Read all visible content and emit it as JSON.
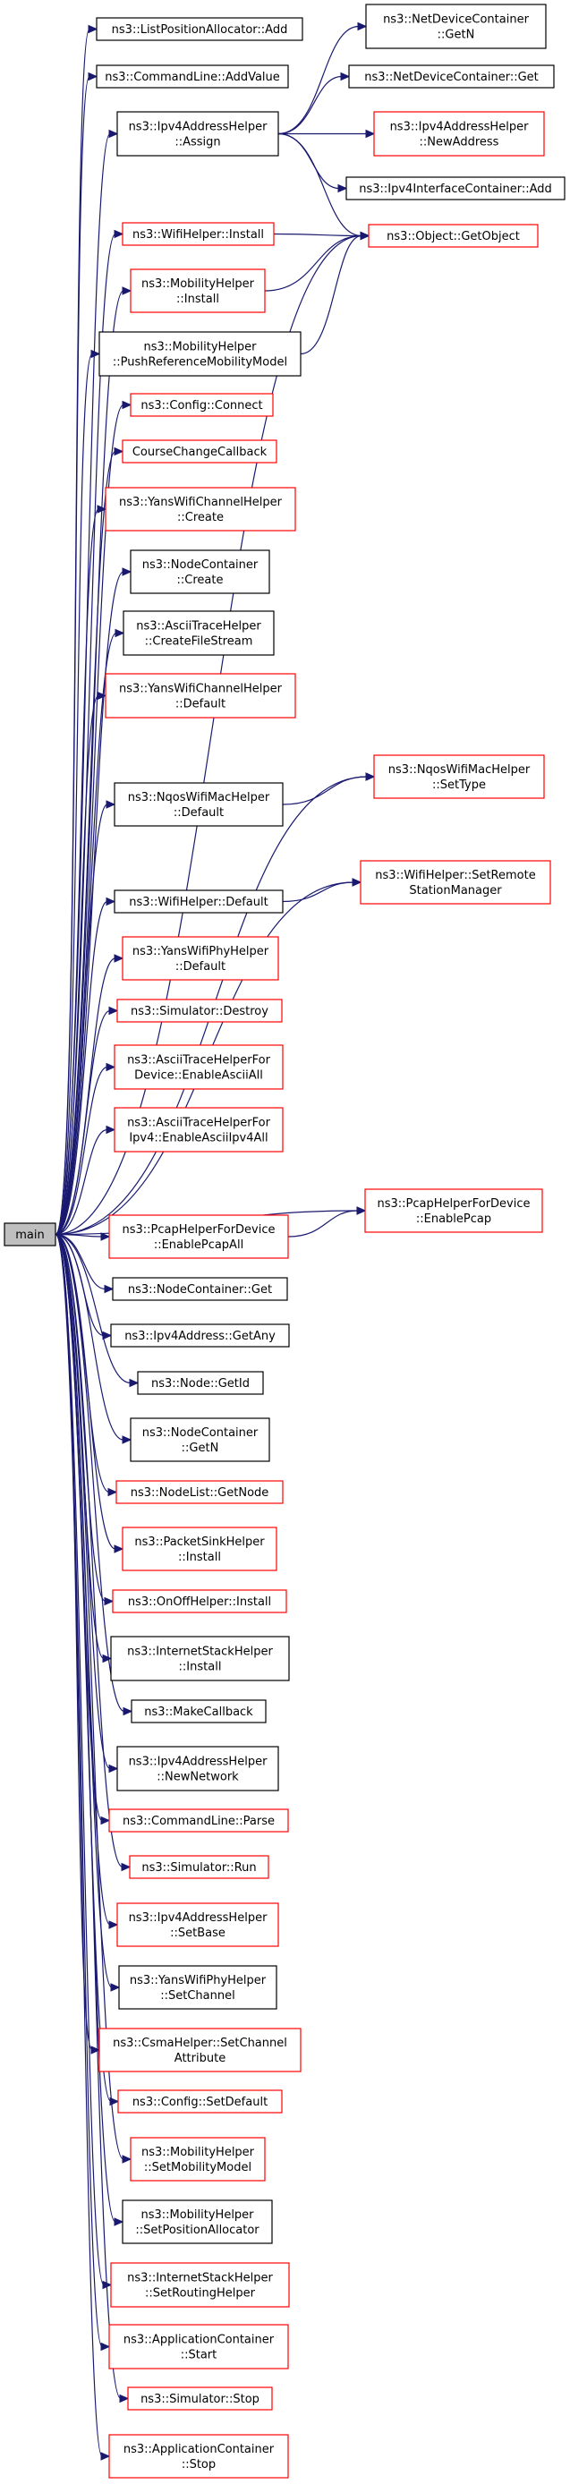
{
  "diagram": {
    "root": {
      "id": "main",
      "lines": [
        "main"
      ]
    },
    "colors": {
      "edge": "#191970",
      "documented_border": "#000000",
      "undocumented_border": "#ff0000",
      "root_fill": "#bfbfbf",
      "node_fill": "#ffffff"
    },
    "nodes": [
      {
        "id": "lpa_add",
        "lines": [
          "ns3::ListPositionAllocator::Add"
        ],
        "documented": true
      },
      {
        "id": "cl_addvalue",
        "lines": [
          "ns3::CommandLine::AddValue"
        ],
        "documented": true
      },
      {
        "id": "ipv4h_assign",
        "lines": [
          "ns3::Ipv4AddressHelper",
          "::Assign"
        ],
        "documented": true
      },
      {
        "id": "ndc_getn",
        "lines": [
          "ns3::NetDeviceContainer",
          "::GetN"
        ],
        "documented": true
      },
      {
        "id": "ndc_get",
        "lines": [
          "ns3::NetDeviceContainer::Get"
        ],
        "documented": true
      },
      {
        "id": "ipv4h_newaddr",
        "lines": [
          "ns3::Ipv4AddressHelper",
          "::NewAddress"
        ],
        "documented": false
      },
      {
        "id": "ipv4ic_add",
        "lines": [
          "ns3::Ipv4InterfaceContainer::Add"
        ],
        "documented": true
      },
      {
        "id": "wifih_install",
        "lines": [
          "ns3::WifiHelper::Install"
        ],
        "documented": false
      },
      {
        "id": "obj_getobject",
        "lines": [
          "ns3::Object::GetObject"
        ],
        "documented": false
      },
      {
        "id": "mobh_install",
        "lines": [
          "ns3::MobilityHelper",
          "::Install"
        ],
        "documented": false
      },
      {
        "id": "mobh_pushref",
        "lines": [
          "ns3::MobilityHelper",
          "::PushReferenceMobilityModel"
        ],
        "documented": true
      },
      {
        "id": "config_connect",
        "lines": [
          "ns3::Config::Connect"
        ],
        "documented": false
      },
      {
        "id": "ccc",
        "lines": [
          "CourseChangeCallback"
        ],
        "documented": false
      },
      {
        "id": "ywch_create",
        "lines": [
          "ns3::YansWifiChannelHelper",
          "::Create"
        ],
        "documented": false
      },
      {
        "id": "nc_create",
        "lines": [
          "ns3::NodeContainer",
          "::Create"
        ],
        "documented": true
      },
      {
        "id": "ath_createfs",
        "lines": [
          "ns3::AsciiTraceHelper",
          "::CreateFileStream"
        ],
        "documented": true
      },
      {
        "id": "ywch_default",
        "lines": [
          "ns3::YansWifiChannelHelper",
          "::Default"
        ],
        "documented": false
      },
      {
        "id": "nqos_default",
        "lines": [
          "ns3::NqosWifiMacHelper",
          "::Default"
        ],
        "documented": true
      },
      {
        "id": "nqos_settype",
        "lines": [
          "ns3::NqosWifiMacHelper",
          "::SetType"
        ],
        "documented": false
      },
      {
        "id": "wifih_default",
        "lines": [
          "ns3::WifiHelper::Default"
        ],
        "documented": true
      },
      {
        "id": "wifih_setrsm",
        "lines": [
          "ns3::WifiHelper::SetRemote",
          "StationManager"
        ],
        "documented": false
      },
      {
        "id": "ywph_default",
        "lines": [
          "ns3::YansWifiPhyHelper",
          "::Default"
        ],
        "documented": false
      },
      {
        "id": "sim_destroy",
        "lines": [
          "ns3::Simulator::Destroy"
        ],
        "documented": false
      },
      {
        "id": "athfd_enableascii",
        "lines": [
          "ns3::AsciiTraceHelperFor",
          "Device::EnableAsciiAll"
        ],
        "documented": false
      },
      {
        "id": "athfi_enableascii",
        "lines": [
          "ns3::AsciiTraceHelperFor",
          "Ipv4::EnableAsciiIpv4All"
        ],
        "documented": false
      },
      {
        "id": "phfd_enablepcapall",
        "lines": [
          "ns3::PcapHelperForDevice",
          "::EnablePcapAll"
        ],
        "documented": false
      },
      {
        "id": "phfd_enablepcap",
        "lines": [
          "ns3::PcapHelperForDevice",
          "::EnablePcap"
        ],
        "documented": false
      },
      {
        "id": "nc_get",
        "lines": [
          "ns3::NodeContainer::Get"
        ],
        "documented": true
      },
      {
        "id": "ipv4addr_getany",
        "lines": [
          "ns3::Ipv4Address::GetAny"
        ],
        "documented": true
      },
      {
        "id": "node_getid",
        "lines": [
          "ns3::Node::GetId"
        ],
        "documented": true
      },
      {
        "id": "nc_getn",
        "lines": [
          "ns3::NodeContainer",
          "::GetN"
        ],
        "documented": true
      },
      {
        "id": "nodelist_getnode",
        "lines": [
          "ns3::NodeList::GetNode"
        ],
        "documented": false
      },
      {
        "id": "psh_install",
        "lines": [
          "ns3::PacketSinkHelper",
          "::Install"
        ],
        "documented": false
      },
      {
        "id": "onoff_install",
        "lines": [
          "ns3::OnOffHelper::Install"
        ],
        "documented": false
      },
      {
        "id": "ish_install",
        "lines": [
          "ns3::InternetStackHelper",
          "::Install"
        ],
        "documented": true
      },
      {
        "id": "makecallback",
        "lines": [
          "ns3::MakeCallback"
        ],
        "documented": true
      },
      {
        "id": "ipv4h_newnetwork",
        "lines": [
          "ns3::Ipv4AddressHelper",
          "::NewNetwork"
        ],
        "documented": true
      },
      {
        "id": "cl_parse",
        "lines": [
          "ns3::CommandLine::Parse"
        ],
        "documented": false
      },
      {
        "id": "sim_run",
        "lines": [
          "ns3::Simulator::Run"
        ],
        "documented": false
      },
      {
        "id": "ipv4h_setbase",
        "lines": [
          "ns3::Ipv4AddressHelper",
          "::SetBase"
        ],
        "documented": false
      },
      {
        "id": "ywph_setchannel",
        "lines": [
          "ns3::YansWifiPhyHelper",
          "::SetChannel"
        ],
        "documented": true
      },
      {
        "id": "csma_setchanattr",
        "lines": [
          "ns3::CsmaHelper::SetChannel",
          "Attribute"
        ],
        "documented": false
      },
      {
        "id": "config_setdefault",
        "lines": [
          "ns3::Config::SetDefault"
        ],
        "documented": false
      },
      {
        "id": "mobh_setmm",
        "lines": [
          "ns3::MobilityHelper",
          "::SetMobilityModel"
        ],
        "documented": false
      },
      {
        "id": "mobh_setpa",
        "lines": [
          "ns3::MobilityHelper",
          "::SetPositionAllocator"
        ],
        "documented": true
      },
      {
        "id": "ish_setrh",
        "lines": [
          "ns3::InternetStackHelper",
          "::SetRoutingHelper"
        ],
        "documented": false
      },
      {
        "id": "ac_start",
        "lines": [
          "ns3::ApplicationContainer",
          "::Start"
        ],
        "documented": false
      },
      {
        "id": "sim_stop",
        "lines": [
          "ns3::Simulator::Stop"
        ],
        "documented": false
      },
      {
        "id": "ac_stop",
        "lines": [
          "ns3::ApplicationContainer",
          "::Stop"
        ],
        "documented": false
      }
    ],
    "edges": [
      [
        "main",
        "lpa_add"
      ],
      [
        "main",
        "cl_addvalue"
      ],
      [
        "main",
        "ipv4h_assign"
      ],
      [
        "ipv4h_assign",
        "ndc_getn"
      ],
      [
        "ipv4h_assign",
        "ndc_get"
      ],
      [
        "ipv4h_assign",
        "ipv4h_newaddr"
      ],
      [
        "ipv4h_assign",
        "ipv4ic_add"
      ],
      [
        "ipv4h_assign",
        "obj_getobject"
      ],
      [
        "main",
        "obj_getobject"
      ],
      [
        "main",
        "wifih_install"
      ],
      [
        "wifih_install",
        "obj_getobject"
      ],
      [
        "main",
        "mobh_install"
      ],
      [
        "mobh_install",
        "obj_getobject"
      ],
      [
        "main",
        "mobh_pushref"
      ],
      [
        "mobh_pushref",
        "obj_getobject"
      ],
      [
        "main",
        "config_connect"
      ],
      [
        "main",
        "ccc"
      ],
      [
        "main",
        "ywch_create"
      ],
      [
        "main",
        "nc_create"
      ],
      [
        "main",
        "ath_createfs"
      ],
      [
        "main",
        "ywch_default"
      ],
      [
        "main",
        "nqos_settype"
      ],
      [
        "main",
        "nqos_default"
      ],
      [
        "nqos_default",
        "nqos_settype"
      ],
      [
        "main",
        "wifih_setrsm"
      ],
      [
        "main",
        "wifih_default"
      ],
      [
        "wifih_default",
        "wifih_setrsm"
      ],
      [
        "main",
        "ywph_default"
      ],
      [
        "main",
        "sim_destroy"
      ],
      [
        "main",
        "athfd_enableascii"
      ],
      [
        "main",
        "athfi_enableascii"
      ],
      [
        "main",
        "phfd_enablepcap"
      ],
      [
        "main",
        "phfd_enablepcapall"
      ],
      [
        "phfd_enablepcapall",
        "phfd_enablepcap"
      ],
      [
        "main",
        "nc_get"
      ],
      [
        "main",
        "ipv4addr_getany"
      ],
      [
        "main",
        "node_getid"
      ],
      [
        "main",
        "nc_getn"
      ],
      [
        "main",
        "nodelist_getnode"
      ],
      [
        "main",
        "psh_install"
      ],
      [
        "main",
        "onoff_install"
      ],
      [
        "main",
        "ish_install"
      ],
      [
        "main",
        "makecallback"
      ],
      [
        "main",
        "ipv4h_newnetwork"
      ],
      [
        "main",
        "cl_parse"
      ],
      [
        "main",
        "sim_run"
      ],
      [
        "main",
        "ipv4h_setbase"
      ],
      [
        "main",
        "ywph_setchannel"
      ],
      [
        "main",
        "csma_setchanattr"
      ],
      [
        "main",
        "config_setdefault"
      ],
      [
        "main",
        "mobh_setmm"
      ],
      [
        "main",
        "mobh_setpa"
      ],
      [
        "main",
        "ish_setrh"
      ],
      [
        "main",
        "ac_start"
      ],
      [
        "main",
        "sim_stop"
      ],
      [
        "main",
        "ac_stop"
      ]
    ]
  }
}
